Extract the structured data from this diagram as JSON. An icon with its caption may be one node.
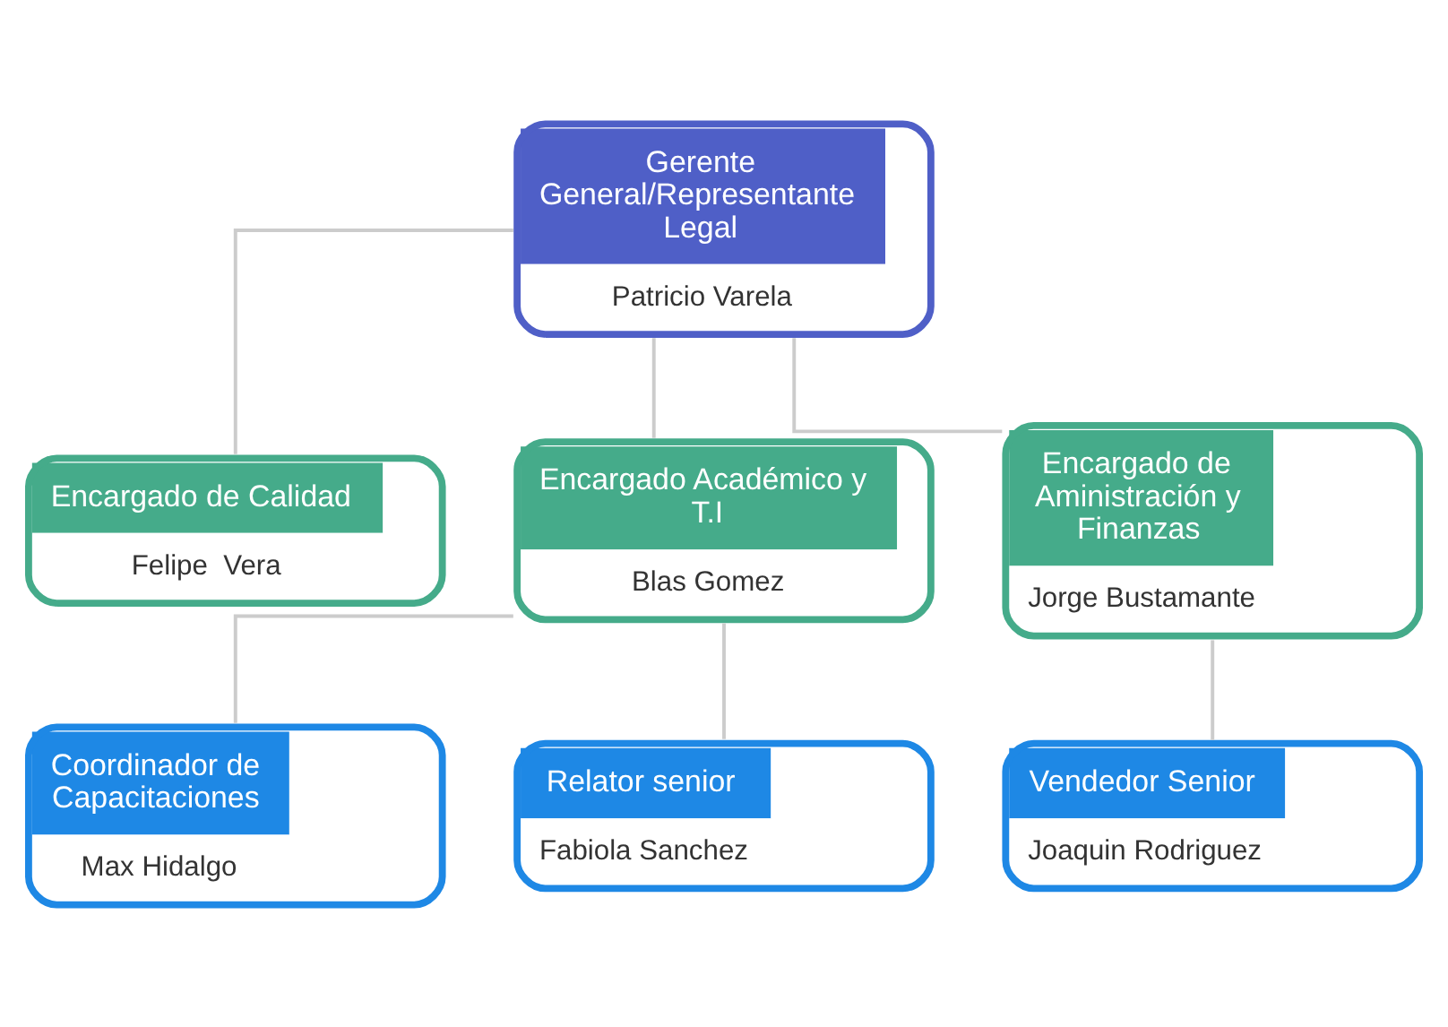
{
  "diagram": {
    "nodes": [
      {
        "text": [
          "Gerente General/Representante Legal",
          "Patricio Varela"
        ]
      },
      {
        "text": [
          "Encargado de Calidad",
          "Felipe  Vera"
        ]
      },
      {
        "text": [
          "Encargado Académico y T.I",
          "Blas Gomez"
        ]
      },
      {
        "text": [
          "Encargado de Aministración y Finanzas",
          "Jorge Bustamante"
        ]
      },
      {
        "text": [
          "Coordinador de Capacitaciones",
          "Max Hidalgo"
        ]
      },
      {
        "text": [
          "Relator senior",
          "Fabiola Sanchez"
        ]
      },
      {
        "text": [
          "Vendedor Senior",
          "Joaquin Rodriguez"
        ]
      }
    ],
    "edges": [
      {
        "from": 0,
        "to": 1,
        "arrow": "none"
      },
      {
        "from": 0,
        "to": 2,
        "arrow": "none"
      },
      {
        "from": 0,
        "to": 3,
        "arrow": "none"
      },
      {
        "from": 2,
        "to": 4,
        "arrow": "none"
      },
      {
        "from": 2,
        "to": 5,
        "arrow": "none"
      },
      {
        "from": 3,
        "to": 6,
        "arrow": "none"
      }
    ]
  }
}
